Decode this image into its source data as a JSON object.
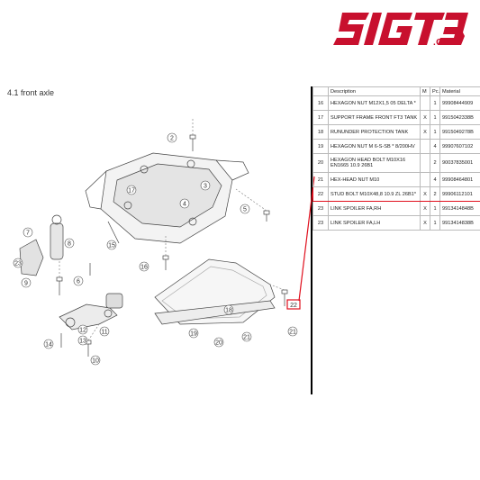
{
  "brand": {
    "logo_text": "SIGTB",
    "domain": ".COM",
    "color": "#c8102e"
  },
  "section": {
    "title": "4.1  front axle"
  },
  "table": {
    "headers": [
      "",
      "Description",
      "M",
      "Pc.",
      "Material"
    ],
    "rows": [
      {
        "pos": "16",
        "desc": "HEXAGON NUT M12X1,5 05 DELTA *",
        "m": "",
        "pc": "1",
        "mat": "99908444909"
      },
      {
        "pos": "17",
        "desc": "SUPPORT FRAME FRONT FT3 TANK",
        "m": "X",
        "pc": "1",
        "mat": "9915042338B"
      },
      {
        "pos": "18",
        "desc": "RUNUNDER PROTECTION TANK",
        "m": "X",
        "pc": "1",
        "mat": "9915049278B"
      },
      {
        "pos": "19",
        "desc": "HEXAGON NUT M 6-S-SB * 8/200HV",
        "m": "",
        "pc": "4",
        "mat": "99907607102"
      },
      {
        "pos": "20",
        "desc": "HEXAGON HEAD BOLT M10X16 EN1665 10.9 26B1",
        "m": "",
        "pc": "2",
        "mat": "90037835001"
      },
      {
        "pos": "21",
        "desc": "HEX-HEAD NUT M10",
        "m": "",
        "pc": "4",
        "mat": "99908464801"
      },
      {
        "pos": "22",
        "desc": "STUD BOLT M10X48,8 10.9 ZL 26B1*",
        "m": "X",
        "pc": "2",
        "mat": "99906112101",
        "selected": true
      },
      {
        "pos": "23",
        "desc": "LINK SPOILER FA,RH",
        "m": "X",
        "pc": "1",
        "mat": "9913414848B"
      },
      {
        "pos": "23",
        "desc": "LINK SPOILER FA,LH",
        "m": "X",
        "pc": "1",
        "mat": "9913414838B"
      }
    ]
  },
  "callouts": [
    "2",
    "3",
    "4",
    "5",
    "6",
    "7",
    "8",
    "9",
    "10",
    "11",
    "12",
    "13",
    "14",
    "15",
    "16",
    "17",
    "18",
    "19",
    "20",
    "21",
    "22",
    "23"
  ],
  "highlight_color": "#e0101e"
}
